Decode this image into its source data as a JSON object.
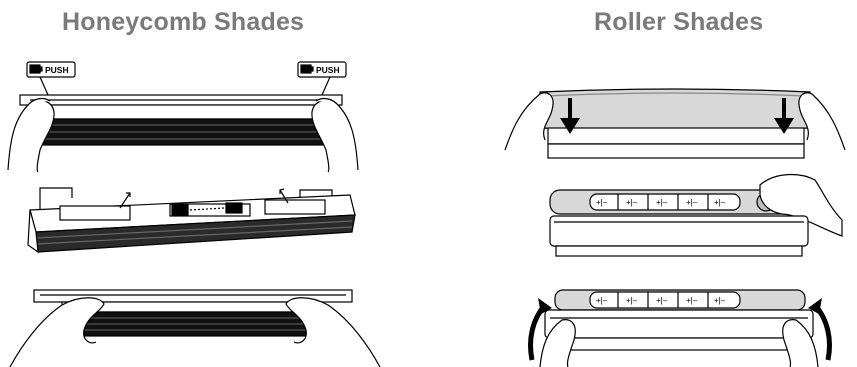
{
  "titles": {
    "left": "Honeycomb Shades",
    "right": "Roller Shades"
  },
  "labels": {
    "push": "PUSH"
  },
  "polarity": {
    "mark": "+|–"
  },
  "colors": {
    "title": "#7a7a7a",
    "line": "#000000",
    "fill_dark": "#111111",
    "fill_light": "#d8d8d8",
    "fill_mid": "#bdbdbd"
  },
  "icons": [
    "battery-push-icon",
    "down-arrow-icon",
    "up-arrow-icon",
    "hand-icon"
  ]
}
